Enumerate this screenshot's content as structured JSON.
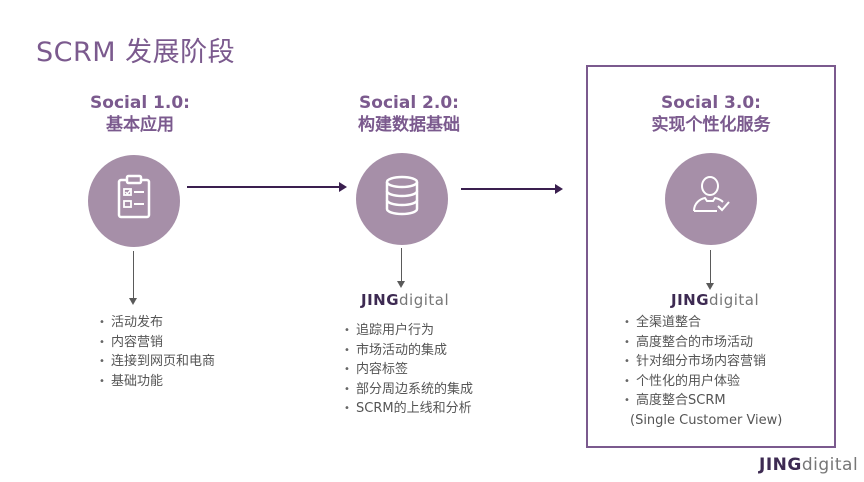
{
  "title": "SCRM 发展阶段",
  "brand": {
    "part1": "JING",
    "part2": "digital"
  },
  "stages": [
    {
      "heading_line1": "Social 1.0:",
      "heading_line2": "基本应用",
      "icon": "clipboard-checklist-icon",
      "bullets": [
        "活动发布",
        "内容营销",
        "连接到网页和电商",
        "基础功能"
      ]
    },
    {
      "heading_line1": "Social 2.0:",
      "heading_line2": "构建数据基础",
      "icon": "database-icon",
      "bullets": [
        "追踪用户行为",
        "市场活动的集成",
        "内容标签",
        "部分周边系统的集成",
        "SCRM的上线和分析"
      ]
    },
    {
      "heading_line1": "Social 3.0:",
      "heading_line2": "实现个性化服务",
      "icon": "user-check-icon",
      "bullets": [
        "全渠道整合",
        "高度整合的市场活动",
        "针对细分市场内容营销",
        "个性化的用户体验",
        "高度整合SCRM"
      ],
      "bullet_continuation": "(Single Customer View)"
    }
  ],
  "colors": {
    "title": "#7b5a8e",
    "circle": "#a68fa8",
    "arrow": "#3a1f4f",
    "box_border": "#7b5a8e"
  }
}
